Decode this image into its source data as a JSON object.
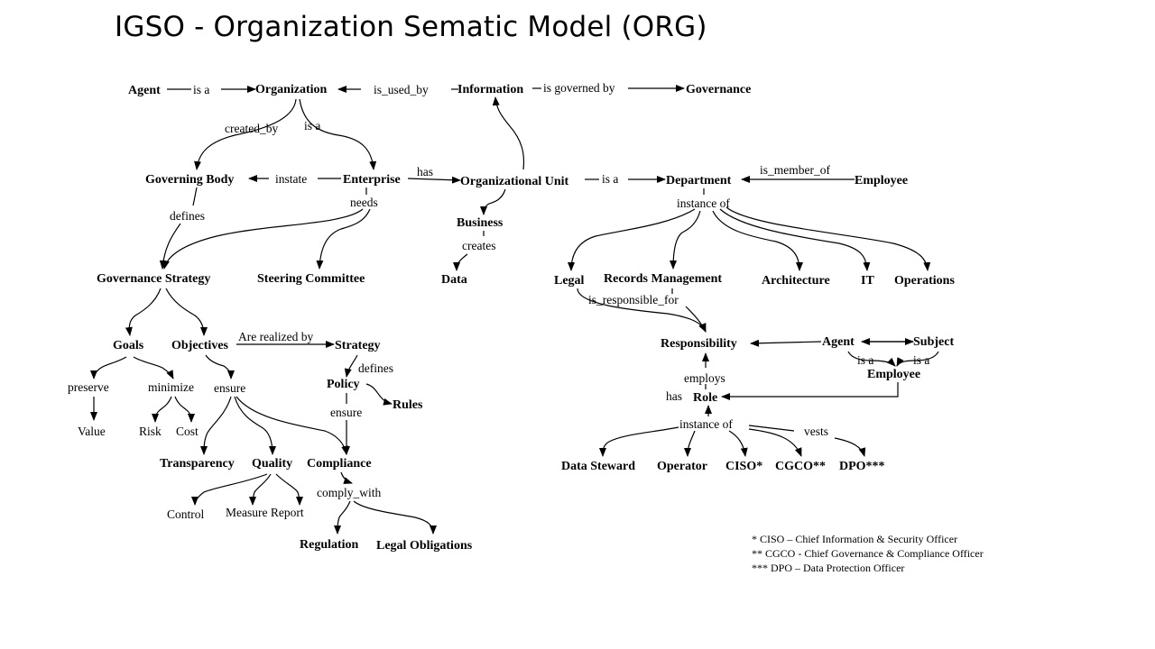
{
  "title": "IGSO - Organization Sematic Model (ORG)",
  "nodes": {
    "agent_top": "Agent",
    "organization": "Organization",
    "information": "Information",
    "governance": "Governance",
    "governing_body": "Governing  Body",
    "enterprise": "Enterprise",
    "organizational_unit": "Organizational  Unit",
    "department": "Department",
    "employee_top": "Employee",
    "business": "Business",
    "data": "Data",
    "governance_strategy": "Governance  Strategy",
    "steering_committee": "Steering Committee",
    "legal": "Legal",
    "records_management": "Records Management",
    "architecture": "Architecture",
    "it": "IT",
    "operations": "Operations",
    "goals": "Goals",
    "objectives": "Objectives",
    "strategy": "Strategy",
    "policy": "Policy",
    "rules": "Rules",
    "responsibility": "Responsibility",
    "agent_right": "Agent",
    "subject": "Subject",
    "employee_right": "Employee",
    "role": "Role",
    "preserve": "preserve",
    "minimize": "minimize",
    "ensure_obj": "ensure",
    "value": "Value",
    "risk": "Risk",
    "cost": "Cost",
    "transparency": "Transparency",
    "quality": "Quality",
    "compliance": "Compliance",
    "control": "Control",
    "measure_report": "Measure Report",
    "regulation": "Regulation",
    "legal_obligations": "Legal Obligations",
    "data_steward": "Data Steward",
    "operator": "Operator",
    "ciso": "CISO*",
    "cgco": "CGCO**",
    "dpo": "DPO***"
  },
  "labels": {
    "is_a_1": "is a",
    "is_used_by": "is_used_by",
    "is_governed_by": "is governed  by",
    "created_by": "created_by",
    "is_a_2": "is a",
    "instate": "instate",
    "has_1": "has",
    "is_a_3": "is  a",
    "is_member_of": "is_member_of",
    "defines_1": "defines",
    "needs": "needs",
    "instance_of_1": "instance  of",
    "creates": "creates",
    "is_responsible_for": "is_responsible_for",
    "are_realized_by": "Are realized  by",
    "defines_2": "defines",
    "ensure_policy": "ensure",
    "is_a_4": "is a",
    "is_a_5": "is  a",
    "employs": "employs",
    "has_2": "has",
    "instance_of_2": "instance   of",
    "vests": "vests",
    "comply_with": "comply_with"
  },
  "footnotes": [
    "*     CISO  – Chief  Information & Security Officer",
    "**   CGCO   - Chief Governance & Compliance  Officer",
    "*** DPO  – Data Protection Officer"
  ]
}
